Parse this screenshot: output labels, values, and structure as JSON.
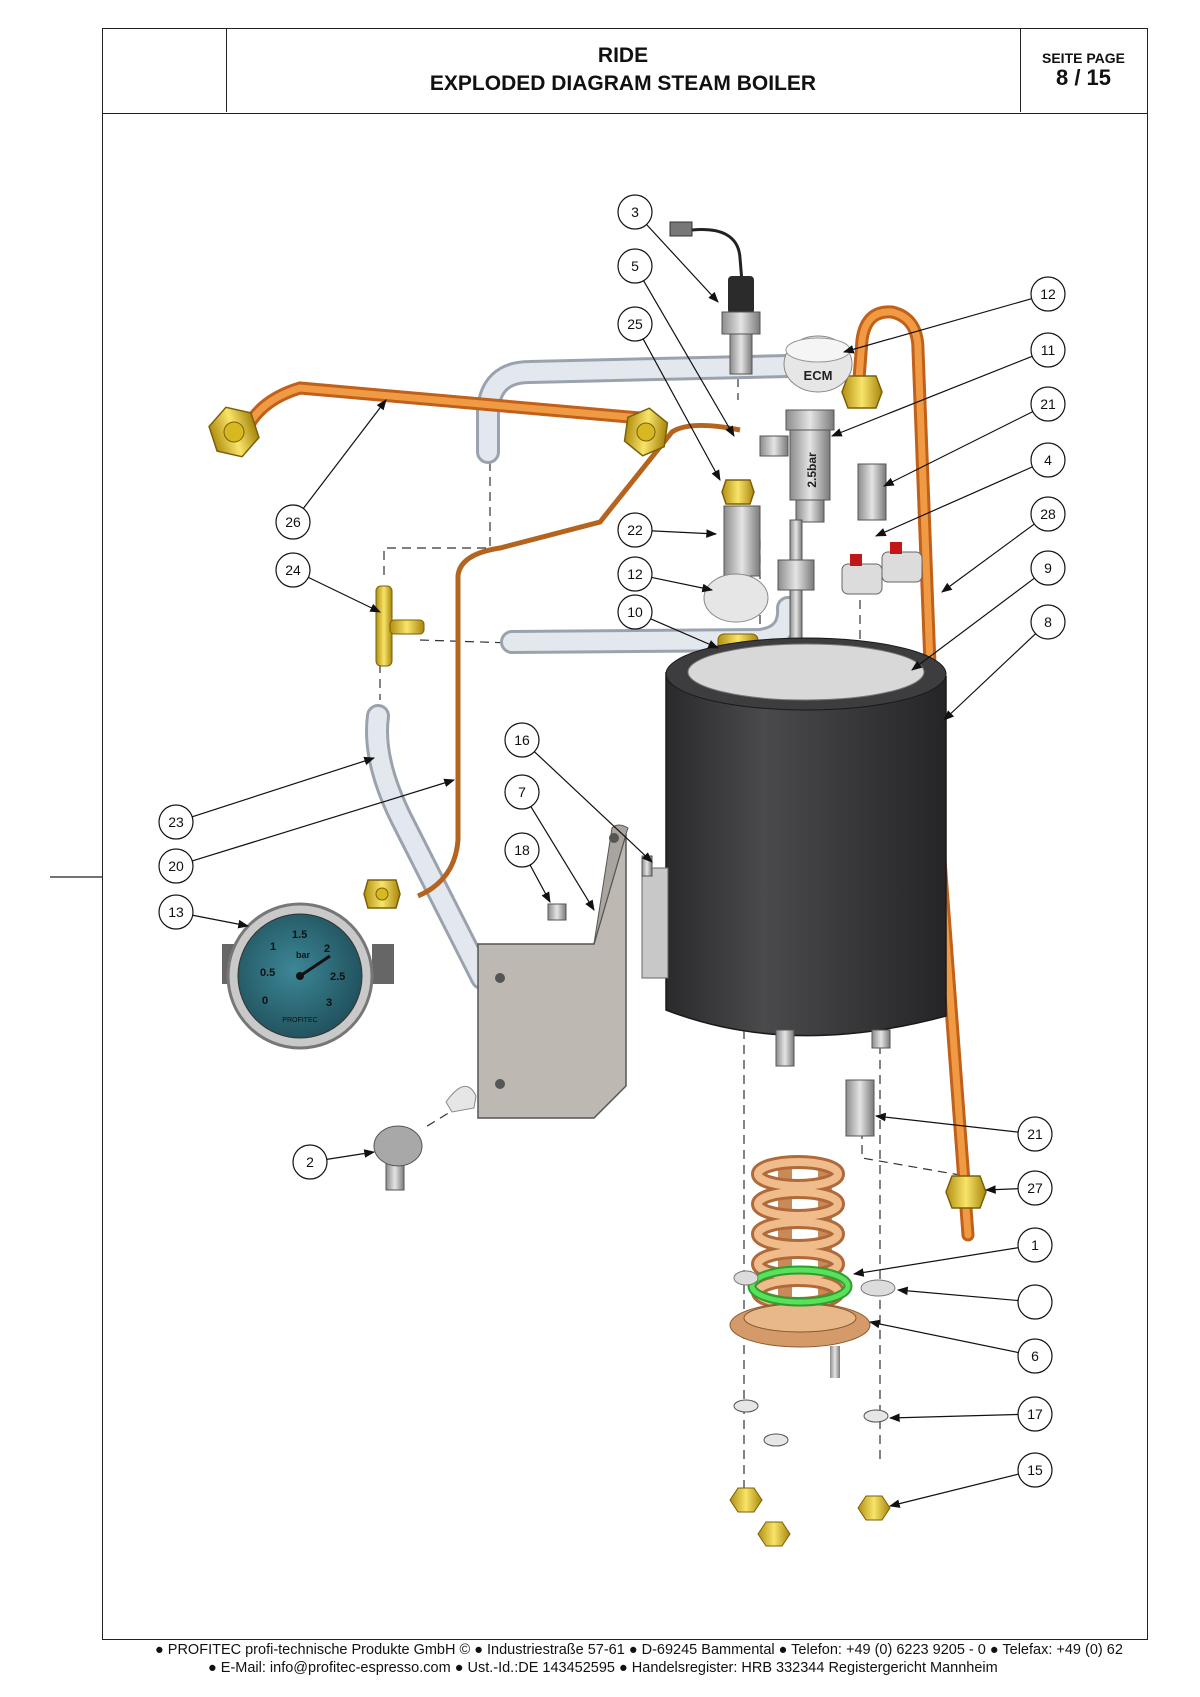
{
  "header": {
    "title_line_1": "RIDE",
    "title_line_2": "EXPLODED DIAGRAM STEAM BOILER",
    "page_label": "SEITE PAGE",
    "page_number": "8 / 15"
  },
  "diagram": {
    "callouts": [
      "3",
      "5",
      "25",
      "12",
      "11",
      "21",
      "4",
      "28",
      "9",
      "8",
      "26",
      "22",
      "24",
      "12",
      "10",
      "16",
      "7",
      "18",
      "23",
      "20",
      "13",
      "2",
      "21",
      "27",
      "1",
      "",
      "6",
      "17",
      "15"
    ],
    "part_markings": {
      "valve_logo": "ECM",
      "safety_valve_rating": "2.5bar",
      "gauge_unit": "bar",
      "gauge_ticks": [
        "0",
        "0.5",
        "1",
        "1.5",
        "2",
        "2.5",
        "3"
      ],
      "gauge_brand": "PROFITEC"
    },
    "colors": {
      "copper_pipe": "#e8832f",
      "brass_fitting": "#f2d22a",
      "boiler_insulation": "#3a3a3c",
      "heating_coil": "#dfa06e",
      "gasket_ring": "#3fce3f",
      "gauge_dial": "#2d6b78",
      "silicone_hose": "#d6dde6"
    }
  },
  "footer": {
    "line_1": "● PROFITEC profi-technische Produkte GmbH © ● Industriestraße 57-61 ● D-69245 Bammental ● Telefon: +49 (0) 6223 9205 - 0 ● Telefax: +49 (0) 62",
    "line_2": "● E-Mail: info@profitec-espresso.com ● Ust.-Id.:DE 143452595 ● Handelsregister: HRB 332344 Registergericht Mannheim"
  }
}
